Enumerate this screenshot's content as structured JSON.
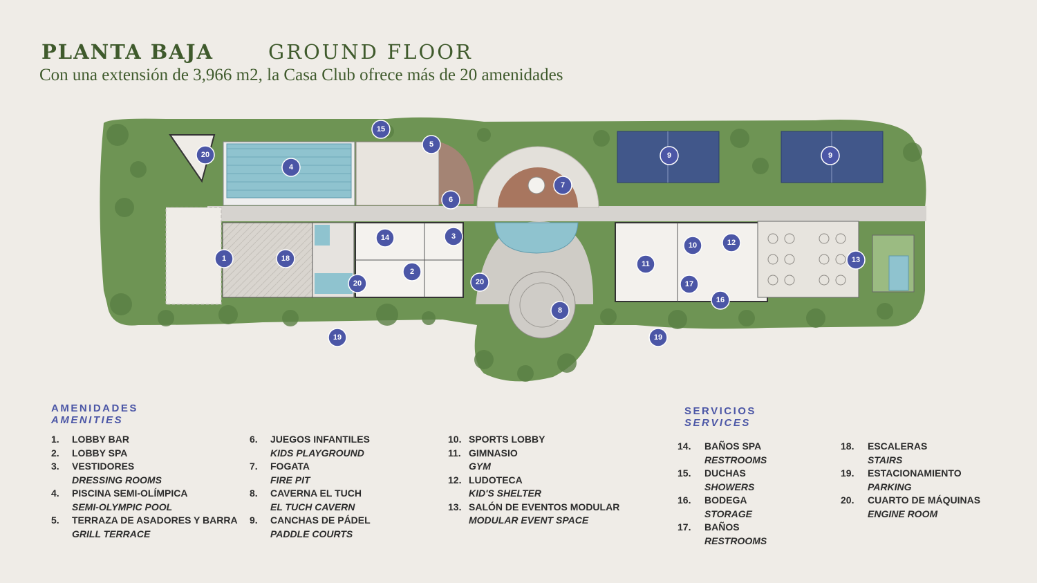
{
  "header": {
    "title_es": "PLANTA BAJA",
    "title_en": "GROUND FLOOR",
    "subtitle": "Con una extensión de 3,966 m2, la Casa Club ofrece más de 20 amenidades"
  },
  "colors": {
    "background": "#efece7",
    "title_green": "#3f5a2c",
    "accent_blue": "#4b56a6",
    "foliage": "#6e9454",
    "water": "#8fc3cf",
    "courts": "#41578a"
  },
  "markers": [
    "1",
    "2",
    "3",
    "4",
    "5",
    "6",
    "7",
    "8",
    "9",
    "9",
    "10",
    "11",
    "12",
    "13",
    "14",
    "15",
    "16",
    "17",
    "18",
    "19",
    "19",
    "20",
    "20",
    "20"
  ],
  "legend": {
    "amenities_header_es": "AMENIDADES",
    "amenities_header_en": "AMENITIES",
    "services_header_es": "SERVICIOS",
    "services_header_en": "SERVICES",
    "amenities": [
      {
        "num": "1.",
        "es": "LOBBY BAR",
        "en": ""
      },
      {
        "num": "2.",
        "es": "LOBBY SPA",
        "en": ""
      },
      {
        "num": "3.",
        "es": "VESTIDORES",
        "en": "DRESSING ROOMS"
      },
      {
        "num": "4.",
        "es": "PISCINA SEMI-OLÍMPICA",
        "en": "SEMI-OLYMPIC POOL"
      },
      {
        "num": "5.",
        "es": "TERRAZA DE ASADORES Y BARRA",
        "en": "GRILL TERRACE"
      },
      {
        "num": "6.",
        "es": "JUEGOS INFANTILES",
        "en": "KIDS PLAYGROUND"
      },
      {
        "num": "7.",
        "es": "FOGATA",
        "en": "FIRE PIT"
      },
      {
        "num": "8.",
        "es": "CAVERNA EL TUCH",
        "en": "EL TUCH CAVERN"
      },
      {
        "num": "9.",
        "es": "CANCHAS DE PÁDEL",
        "en": "PADDLE COURTS"
      },
      {
        "num": "10.",
        "es": "SPORTS LOBBY",
        "en": ""
      },
      {
        "num": "11.",
        "es": "GIMNASIO",
        "en": "GYM"
      },
      {
        "num": "12.",
        "es": "LUDOTECA",
        "en": "KID'S SHELTER"
      },
      {
        "num": "13.",
        "es": "SALÓN DE EVENTOS MODULAR",
        "en": "MODULAR EVENT SPACE"
      }
    ],
    "services": [
      {
        "num": "14.",
        "es": "BAÑOS SPA",
        "en": "RESTROOMS"
      },
      {
        "num": "15.",
        "es": "DUCHAS",
        "en": "SHOWERS"
      },
      {
        "num": "16.",
        "es": "BODEGA",
        "en": "STORAGE"
      },
      {
        "num": "17.",
        "es": "BAÑOS",
        "en": "RESTROOMS"
      },
      {
        "num": "18.",
        "es": "ESCALERAS",
        "en": "STAIRS"
      },
      {
        "num": "19.",
        "es": "ESTACIONAMIENTO",
        "en": "PARKING"
      },
      {
        "num": "20.",
        "es": "CUARTO DE MÁQUINAS",
        "en": "ENGINE ROOM"
      }
    ]
  }
}
